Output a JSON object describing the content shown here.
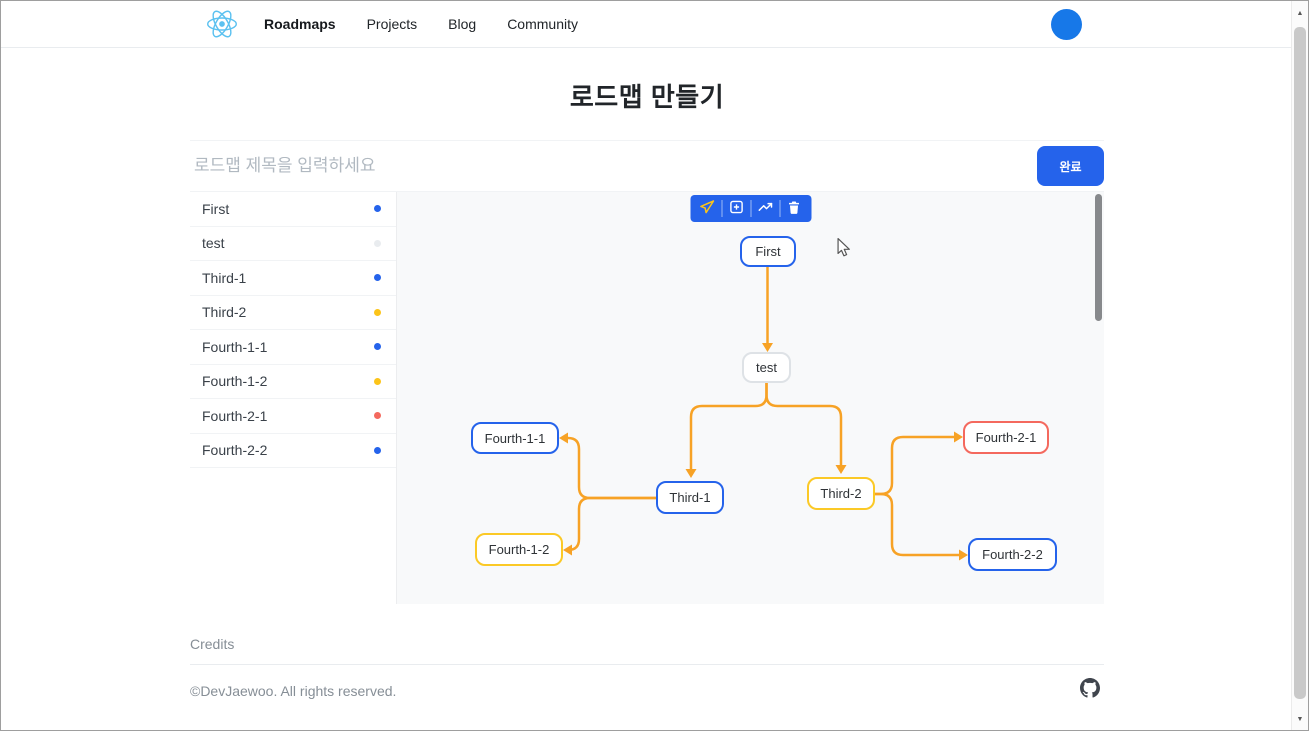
{
  "navbar": {
    "links": [
      {
        "label": "Roadmaps"
      },
      {
        "label": "Projects"
      },
      {
        "label": "Blog"
      },
      {
        "label": "Community"
      }
    ]
  },
  "page": {
    "title": "로드맵 만들기",
    "title_placeholder": "로드맵 제목을 입력하세요",
    "done_button": "완료"
  },
  "roadmap_list": {
    "items": [
      {
        "label": "First",
        "color": "#2563eb"
      },
      {
        "label": "test",
        "color": "#e9ecef"
      },
      {
        "label": "Third-1",
        "color": "#2563eb"
      },
      {
        "label": "Third-2",
        "color": "#fcc419"
      },
      {
        "label": "Fourth-1-1",
        "color": "#2563eb"
      },
      {
        "label": "Fourth-1-2",
        "color": "#fcc419"
      },
      {
        "label": "Fourth-2-1",
        "color": "#f4695e"
      },
      {
        "label": "Fourth-2-2",
        "color": "#2563eb"
      }
    ]
  },
  "canvas": {
    "toolbar_icons": [
      "send-icon",
      "add-node-icon",
      "trending-up-icon",
      "trash-icon"
    ],
    "edge_color": "#f7a225",
    "nodes": [
      {
        "label": "First",
        "color": "#2563eb"
      },
      {
        "label": "test",
        "color": "#dee2e6"
      },
      {
        "label": "Third-1",
        "color": "#2563eb"
      },
      {
        "label": "Third-2",
        "color": "#fbc926"
      },
      {
        "label": "Fourth-1-1",
        "color": "#2563eb"
      },
      {
        "label": "Fourth-1-2",
        "color": "#fbc926"
      },
      {
        "label": "Fourth-2-1",
        "color": "#f4695e"
      },
      {
        "label": "Fourth-2-2",
        "color": "#2563eb"
      }
    ]
  },
  "footer": {
    "credits": "Credits",
    "copyright": "©DevJaewoo. All rights reserved."
  },
  "theme": {
    "accent_blue": "#2563eb",
    "avatar_blue": "#1778e8",
    "logo_blue": "#5bc1f0"
  }
}
